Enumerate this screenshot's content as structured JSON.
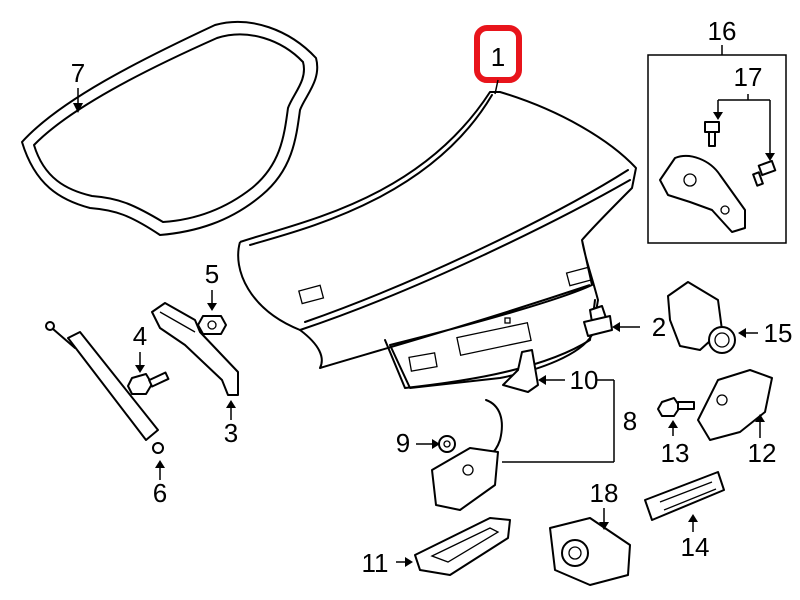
{
  "diagram": {
    "highlight_color": "#e8141b",
    "line_color": "#000000",
    "background": "#ffffff",
    "highlighted_part": "1",
    "labels": {
      "p1": "1",
      "p2": "2",
      "p3": "3",
      "p4": "4",
      "p5": "5",
      "p6": "6",
      "p7": "7",
      "p8": "8",
      "p9": "9",
      "p10": "10",
      "p11": "11",
      "p12": "12",
      "p13": "13",
      "p14": "14",
      "p15": "15",
      "p16": "16",
      "p17": "17",
      "p18": "18"
    }
  }
}
